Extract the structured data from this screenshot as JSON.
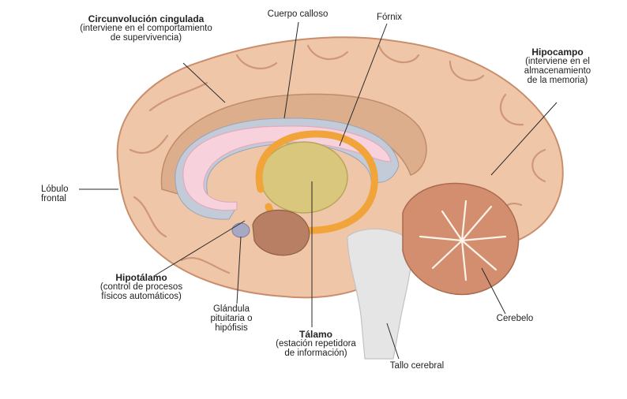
{
  "labels": {
    "cingulada": {
      "title": "Circunvolución cingulada",
      "line1": "(interviene en el comportamiento",
      "line2": "de supervivencia)"
    },
    "cuerpo_calloso": {
      "title": "Cuerpo calloso"
    },
    "fornix": {
      "title": "Fórnix"
    },
    "hipocampo": {
      "title": "Hipocampo",
      "line1": "(interviene en el",
      "line2": "almacenamiento",
      "line3": "de la memoria)"
    },
    "lobulo_frontal": {
      "line1": "Lóbulo",
      "line2": "frontal"
    },
    "hipotalamo": {
      "title": "Hipotálamo",
      "line1": "(control de procesos",
      "line2": "físicos automáticos)"
    },
    "glandula": {
      "line1": "Glándula",
      "line2": "pituitaria o",
      "line3": "hipófisis"
    },
    "talamo": {
      "title": "Tálamo",
      "line1": "(estación repetidora",
      "line2": "de información)"
    },
    "tallo": {
      "title": "Tallo cerebral"
    },
    "cerebelo": {
      "title": "Cerebelo"
    }
  },
  "colors": {
    "cortex": "#f0c6a8",
    "cortex_dark": "#d99e7c",
    "cingulate": "#dcae8c",
    "corpus_callosum": "#f7d2dc",
    "ventricle": "#c3cad8",
    "thalamus": "#d8c77c",
    "fornix": "#f0a43a",
    "hypothalamus": "#b87f64",
    "brainstem": "#e5e5e5",
    "cerebellum": "#d28e6e",
    "leader": "#2a2a2a"
  }
}
